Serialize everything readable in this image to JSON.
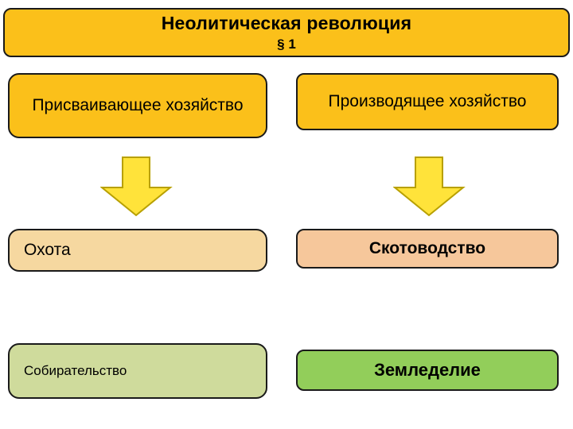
{
  "slide": {
    "title": {
      "main": "Неолитическая революция",
      "sub": "§ 1"
    },
    "columns": [
      {
        "category": "Присваивающее хозяйство",
        "items": [
          "Охота",
          "Собирательство"
        ]
      },
      {
        "category": "Производящее хозяйство",
        "items": [
          "Скотоводство",
          "Земледелие"
        ]
      }
    ],
    "arrows": {
      "left": "down-arrow-icon",
      "right": "down-arrow-icon"
    },
    "colors": {
      "title_bg": "#fbc01a",
      "category_bg": "#fbc01a",
      "arrow_fill": "#ffe33a",
      "arrow_stroke": "#b8a000",
      "left_row2_bg": "#f6d8a0",
      "right_row2_bg": "#f6c79b",
      "left_row3_bg": "#cfdb9c",
      "right_row3_bg": "#92ce5a",
      "border": "#1a1a1a"
    }
  }
}
